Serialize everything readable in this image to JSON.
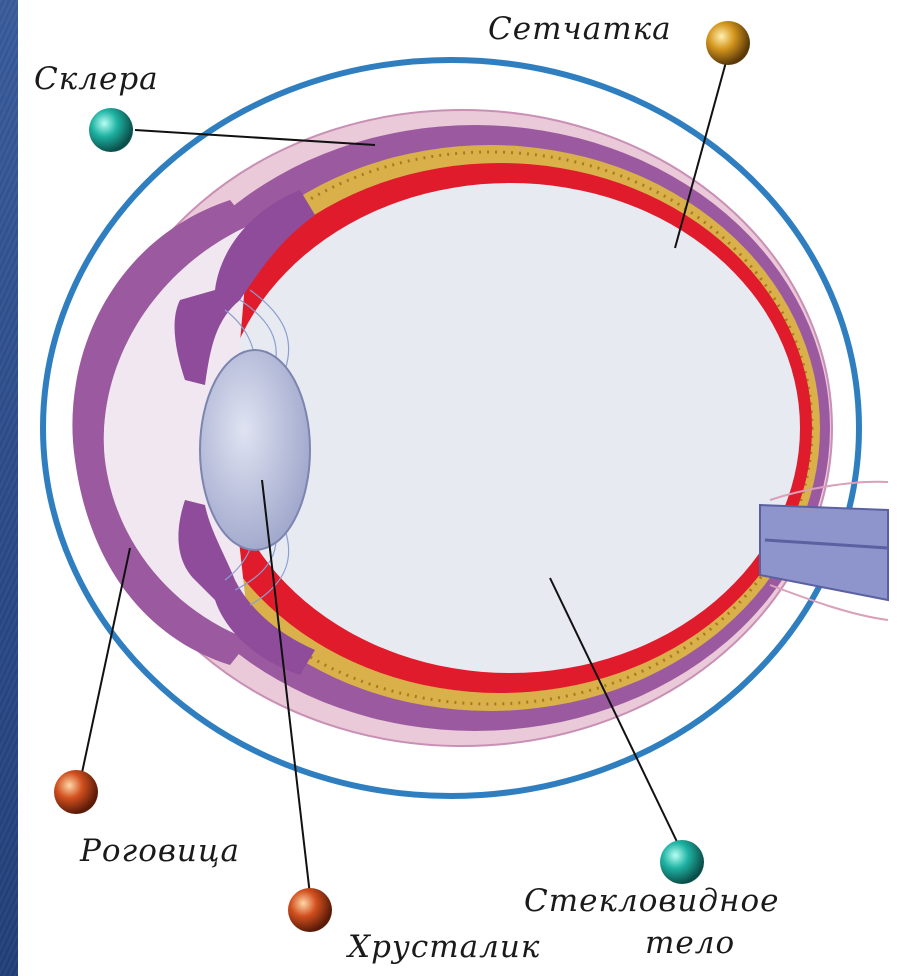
{
  "labels": {
    "sclera": "Склера",
    "retina": "Сетчатка",
    "cornea": "Роговица",
    "lens": "Хрусталик",
    "vitreous_line1": "Стекловидное",
    "vitreous_line2": "тело"
  },
  "colors": {
    "background": "#2b4a86",
    "outer_ring": "#2f7fc0",
    "sclera_layer": "#9b5a9f",
    "choroid_layer": "#d9b04a",
    "retina_layer": "#e01c2c",
    "vitreous": "#e8eaf2",
    "lens": "#b9bfd9",
    "marker_teal": "#1fa89a",
    "marker_orange": "#c8481c",
    "marker_gold": "#c8901c"
  }
}
